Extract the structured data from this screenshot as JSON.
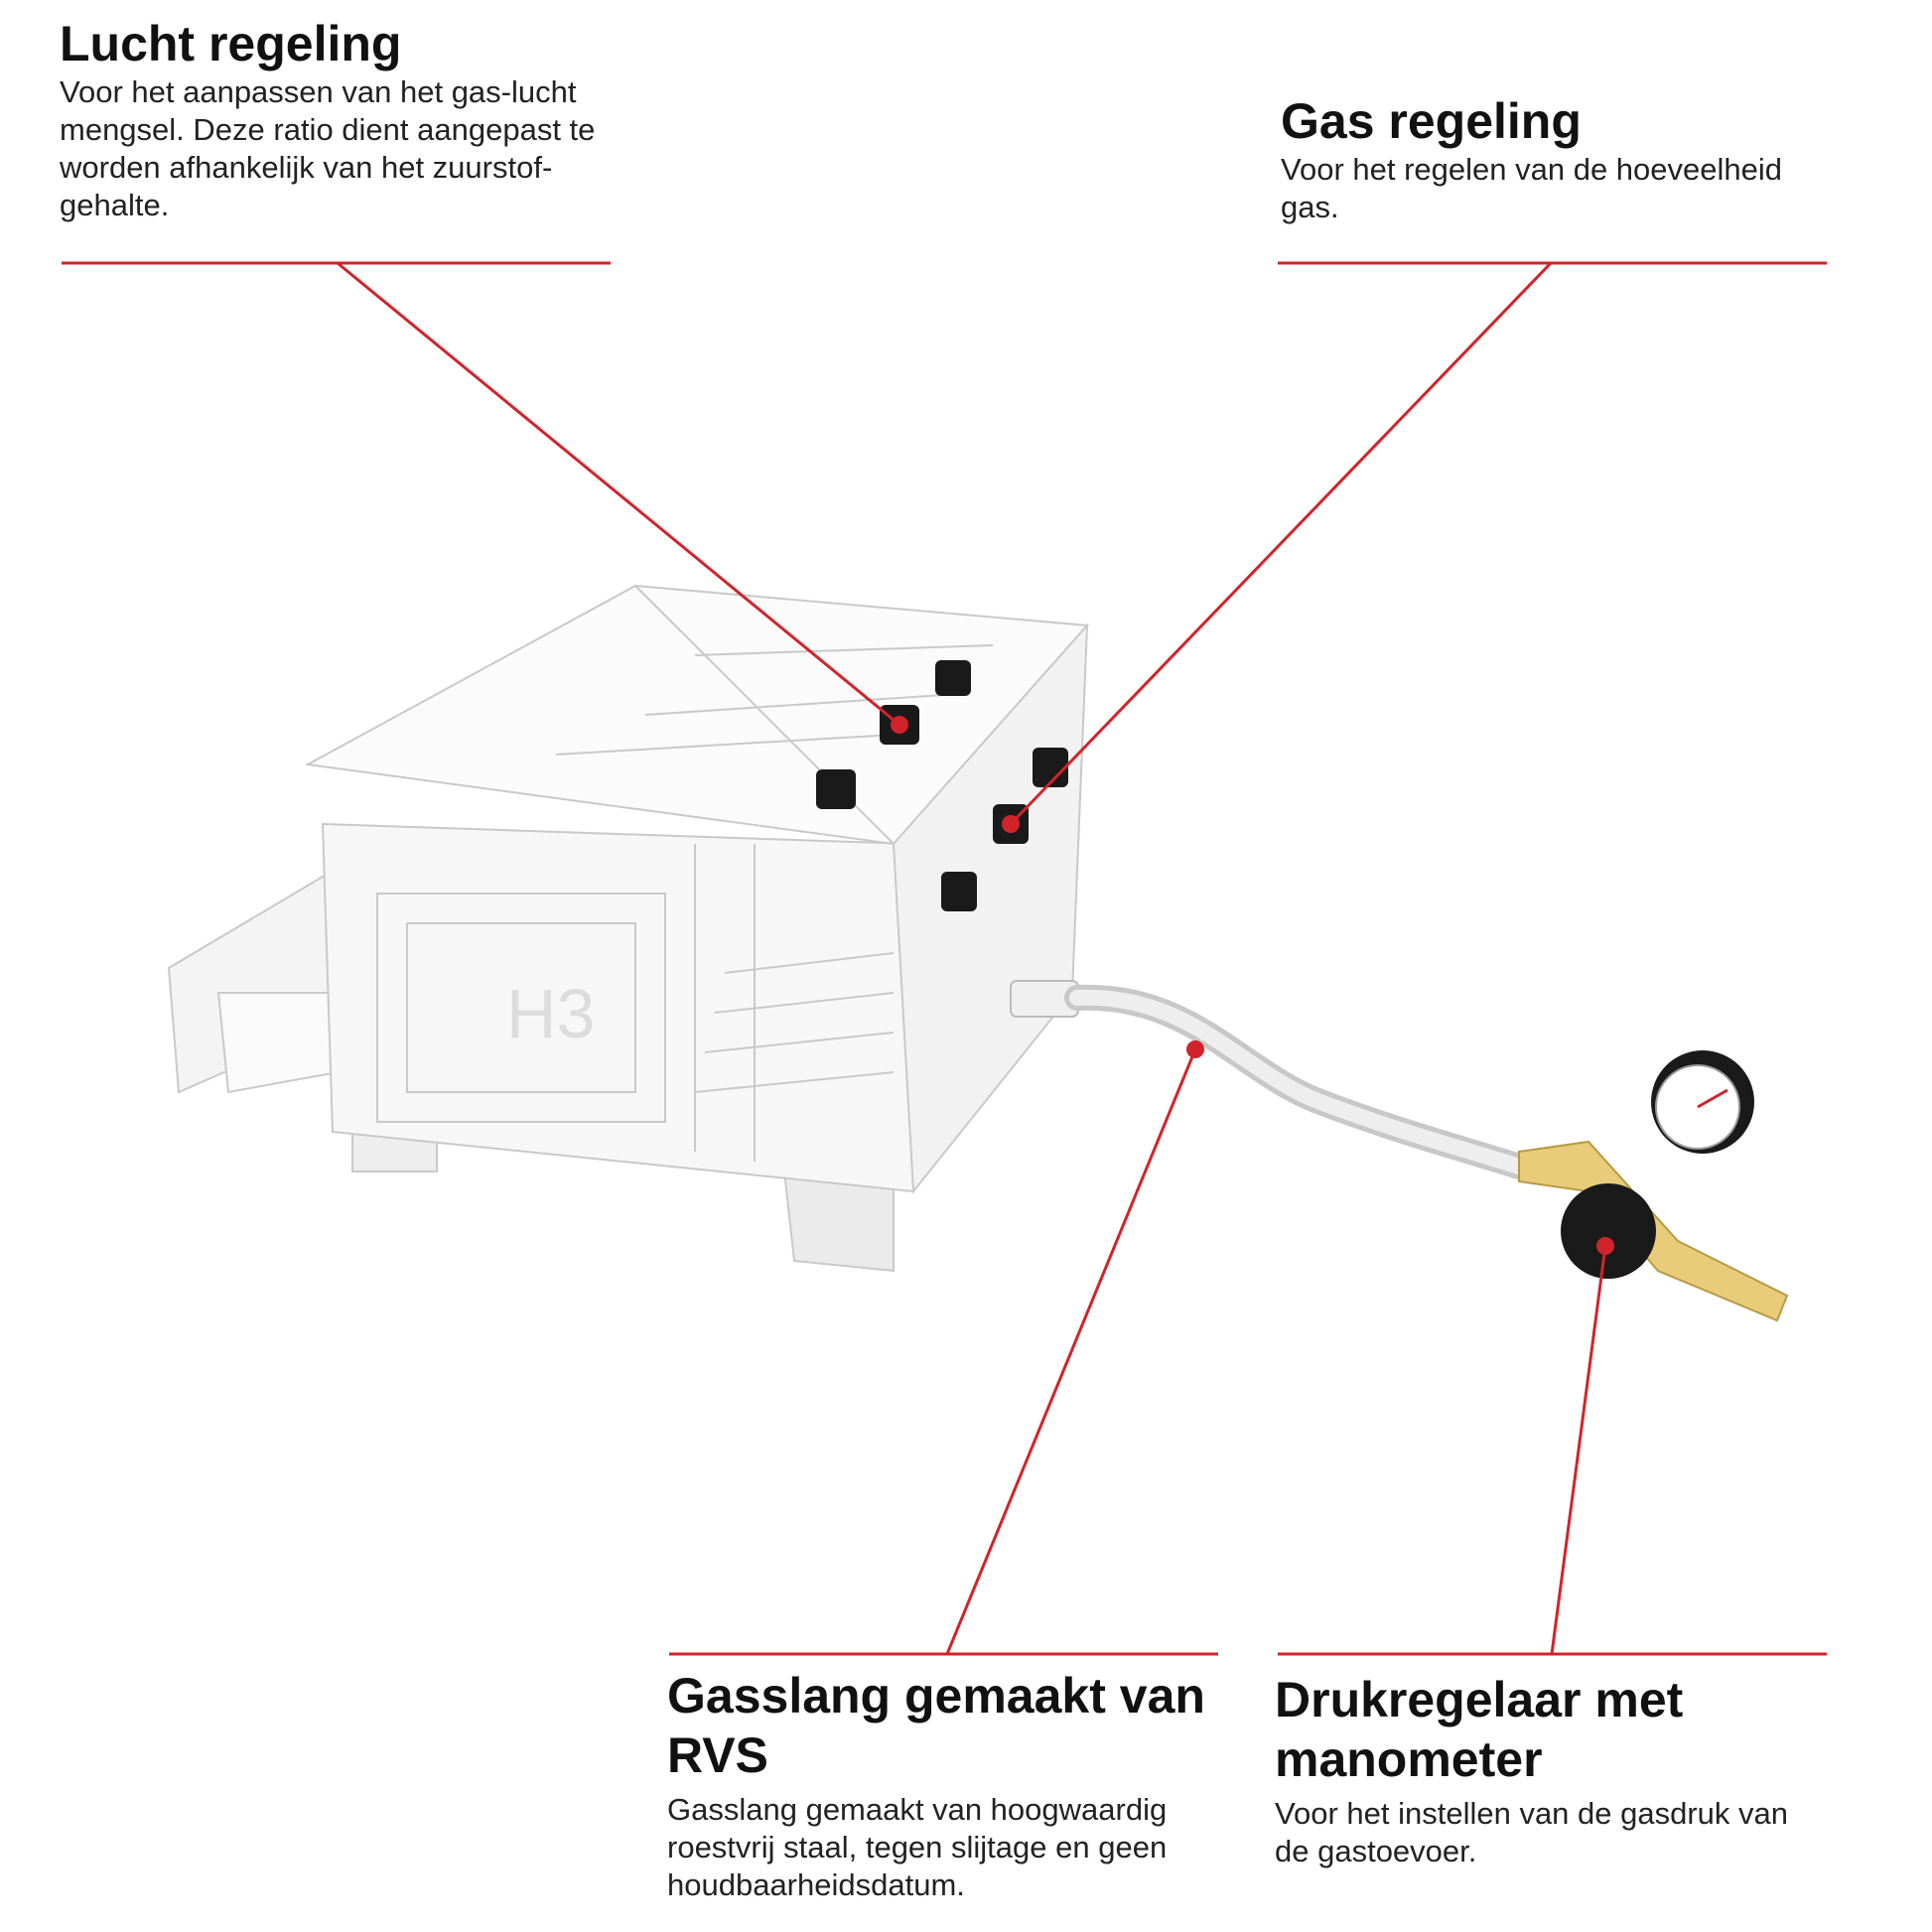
{
  "callouts": {
    "air": {
      "title": "Lucht regeling",
      "text": "Voor het aanpassen van het gas-lucht mengsel. Deze ratio dient aangepast te worden afhankelijk van het zuurstof-gehalte."
    },
    "gas": {
      "title": "Gas regeling",
      "text": "Voor het regelen van de hoeveelheid gas."
    },
    "hose": {
      "title": "Gasslang gemaakt van RVS",
      "text": "Gasslang gemaakt van hoogwaardig roestvrij staal, tegen slijtage en geen houdbaarheidsdatum."
    },
    "regulator": {
      "title": "Drukregelaar met manometer",
      "text": "Voor het instellen van de gasdruk van de gastoevoer."
    }
  },
  "colors": {
    "accent": "#d2232a",
    "knob": "#1a1a1a",
    "brass": "#e8cc7a"
  }
}
